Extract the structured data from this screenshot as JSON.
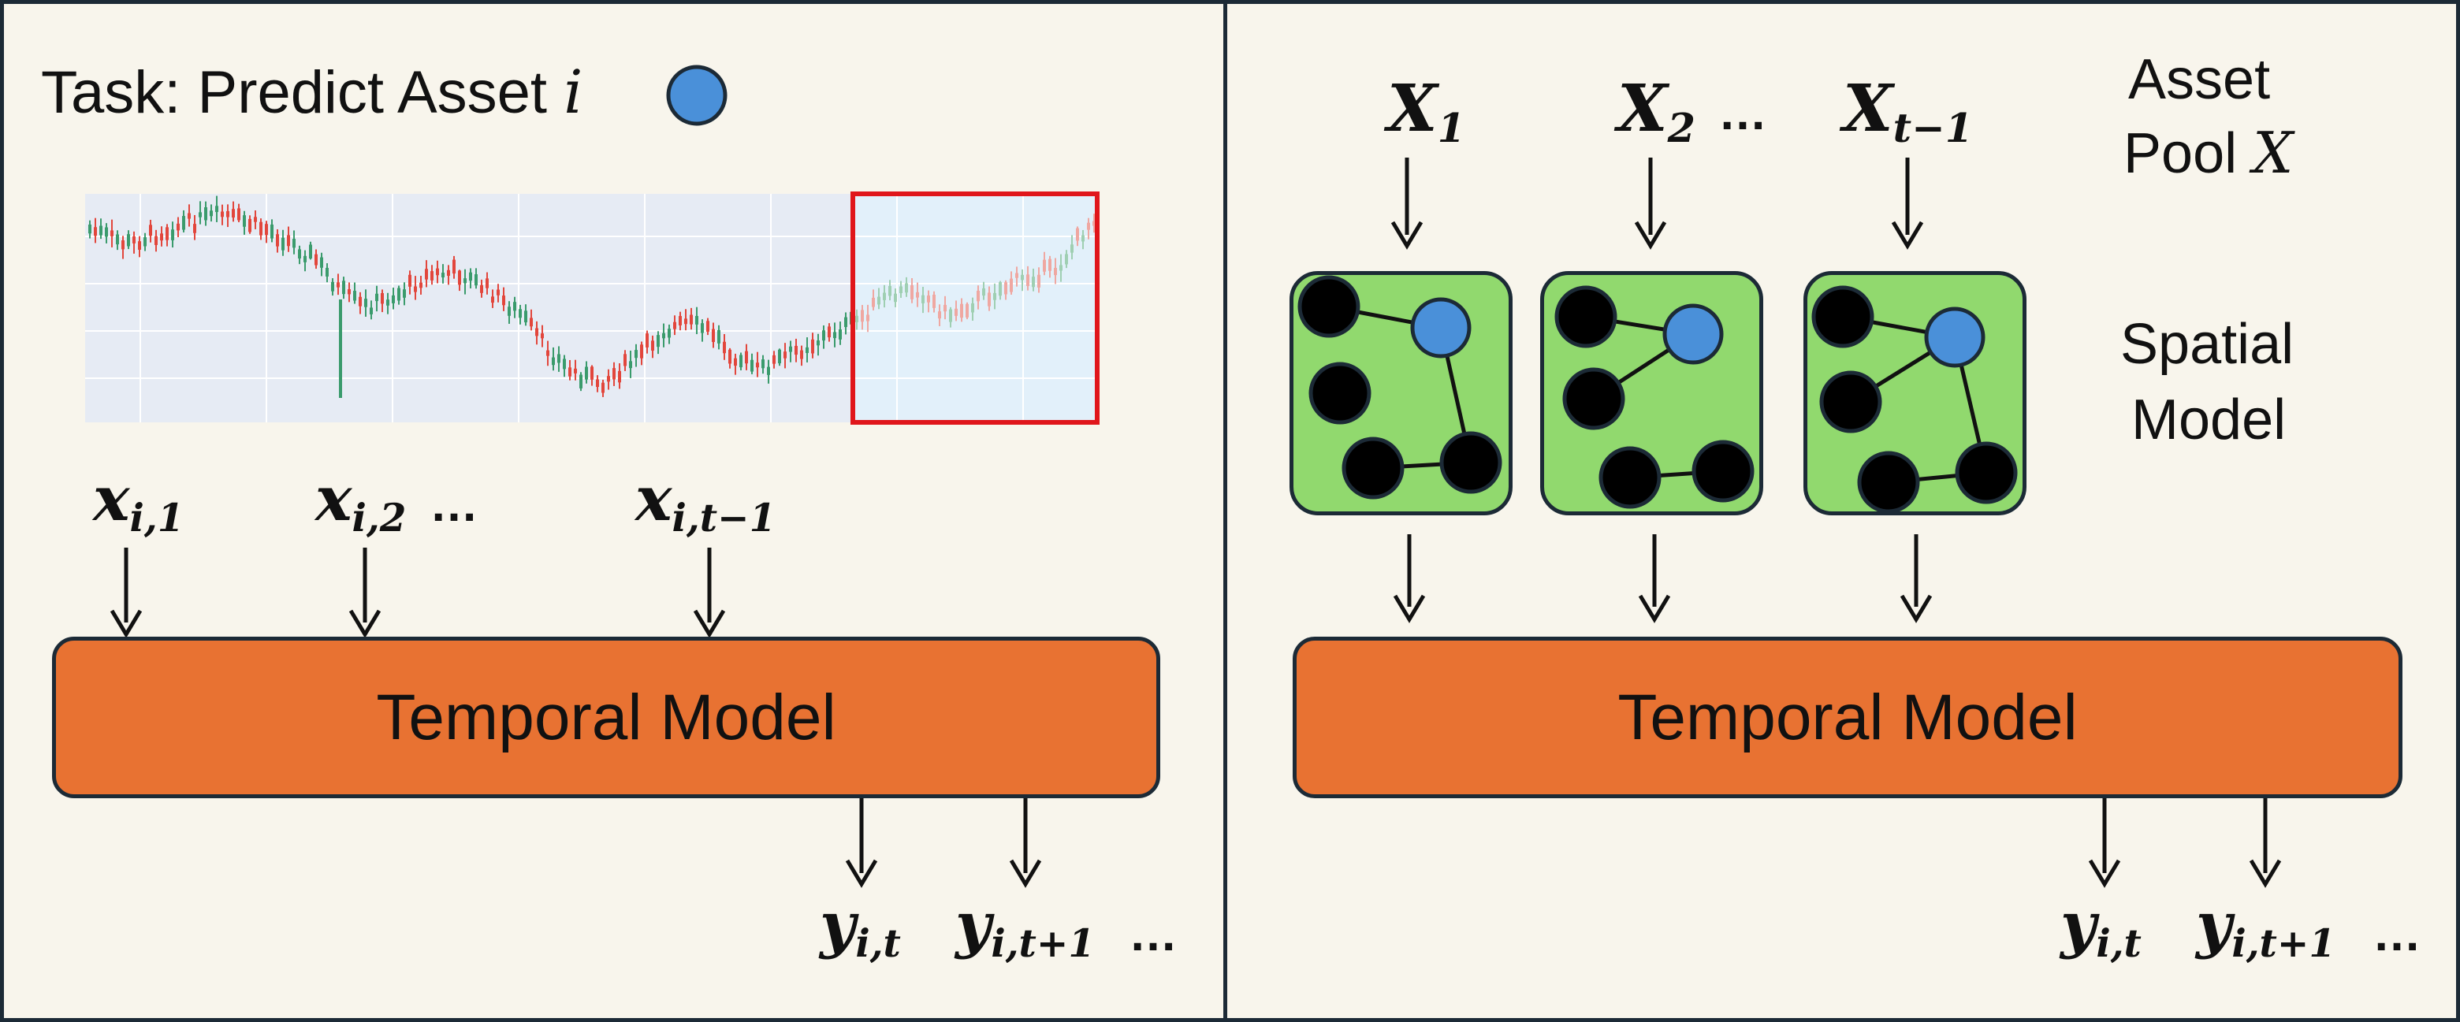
{
  "left": {
    "task_prefix": "Task: Predict Asset ",
    "task_var": "i",
    "inputs": [
      {
        "base": "x",
        "sub": "i,1"
      },
      {
        "base": "x",
        "sub": "i,2"
      },
      {
        "base": "x",
        "sub": "i,t−1"
      }
    ],
    "input_ellipsis": "…",
    "model_label": "Temporal Model",
    "outputs": [
      {
        "base": "y",
        "sub": "i,t"
      },
      {
        "base": "y",
        "sub": "i,t+1"
      }
    ],
    "output_ellipsis": "…"
  },
  "right": {
    "inputs": [
      {
        "base": "X",
        "sub": "1"
      },
      {
        "base": "X",
        "sub": "2"
      },
      {
        "base": "X",
        "sub": "t−1"
      }
    ],
    "input_ellipsis": "…",
    "pool_line1": "Asset",
    "pool_line2": "Pool ",
    "pool_var": "X",
    "spatial_line1": "Spatial",
    "spatial_line2": "Model",
    "model_label": "Temporal Model",
    "outputs": [
      {
        "base": "y",
        "sub": "i,t"
      },
      {
        "base": "y",
        "sub": "i,t+1"
      }
    ],
    "output_ellipsis": "…"
  },
  "colors": {
    "panel_bg": "#f8f5ec",
    "border": "#1c2a36",
    "temporal": "#e87232",
    "spatial": "#91d96e",
    "target_node": "#4a90d9",
    "node": "#000000",
    "highlight": "#e0161b",
    "candle_up": "#3a9b6c",
    "candle_down": "#e2463c"
  },
  "chart_data": {
    "type": "candlestick",
    "highlight_region": "last segment (forecast window)"
  }
}
